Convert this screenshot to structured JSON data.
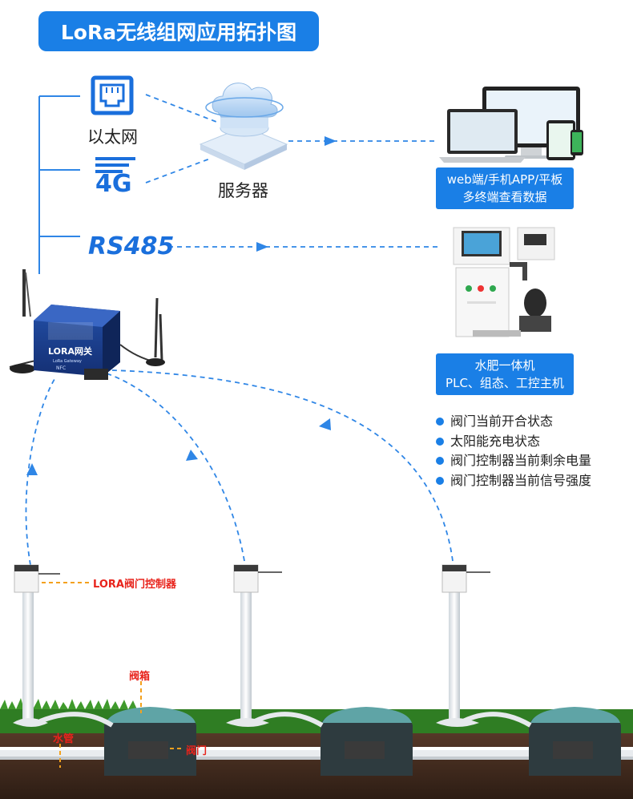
{
  "title": "LoRa无线组网应用拓扑图",
  "links": {
    "ethernet": "以太网",
    "cellular": "4G",
    "rs485": "RS485"
  },
  "server": {
    "label": "服务器"
  },
  "terminals": {
    "line1": "web端/手机APP/平板",
    "line2": "多终端查看数据"
  },
  "fertigation": {
    "line1": "水肥一体机",
    "line2": "PLC、组态、工控主机"
  },
  "gateway": {
    "name": "LORA网关",
    "sub": "LoRa Gateway",
    "nfc": "NFC"
  },
  "status_items": [
    "阀门当前开合状态",
    "太阳能充电状态",
    "阀门控制器当前剩余电量",
    "阀门控制器当前信号强度"
  ],
  "field_labels": {
    "valve_controller": "LORA阀门控制器",
    "valve_box": "阀箱",
    "water_pipe": "水管",
    "valve": "阀门"
  },
  "colors": {
    "accent": "#1a7fe6",
    "dash_line": "#2f86e6",
    "label_red": "#e8231b",
    "label_orange": "#f4a11d"
  },
  "icons": [
    "ethernet-port-icon",
    "signal-4g-icon",
    "cloud-server-icon",
    "devices-icon",
    "fertigation-machine-icon",
    "lora-gateway-icon",
    "valve-controller-icon",
    "valve-box-icon"
  ]
}
